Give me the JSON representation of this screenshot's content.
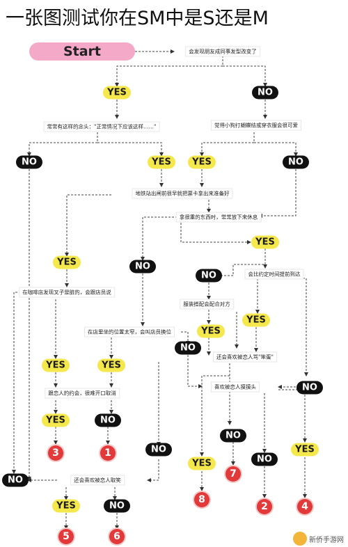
{
  "title": "一张图测试你在SM中是S还是M",
  "start_label": "Start",
  "questions": {
    "q1": "会发现朋友成同事发型改变了",
    "q2": "常常有这样的念头：\"正常情况下应该这样……\"",
    "q3": "觉得小狗打蝴蝶结或穿衣服会很可爱",
    "q4": "地铁站出闸前很早就把票卡拿出来准备好",
    "q5": "拿很重的东西时，常常放下来休息",
    "q6": "在咖啡店发现叉子是脏的，会跟店员说",
    "q7": "会比约定时间提前到达",
    "q8": "服装搭配会配合对方",
    "q9": "在店里坐的位置太窄，会叫店员换位",
    "q10": "还会喜欢被恋人骂\"笨蛋\"",
    "q11": "跟恋人的约会，很难开口取消",
    "q12": "喜欢被恋人摸摸头",
    "q13": "还会喜欢被恋人取笑"
  },
  "yes_label": "YES",
  "no_label": "NO",
  "results": [
    "1",
    "2",
    "3",
    "4",
    "5",
    "6",
    "7",
    "8"
  ],
  "watermark": "新侨手游网",
  "colors": {
    "yes": "#f4e84c",
    "no": "#111111",
    "start": "#f5a9c9",
    "result": "#e23a3a",
    "line": "#333333"
  }
}
